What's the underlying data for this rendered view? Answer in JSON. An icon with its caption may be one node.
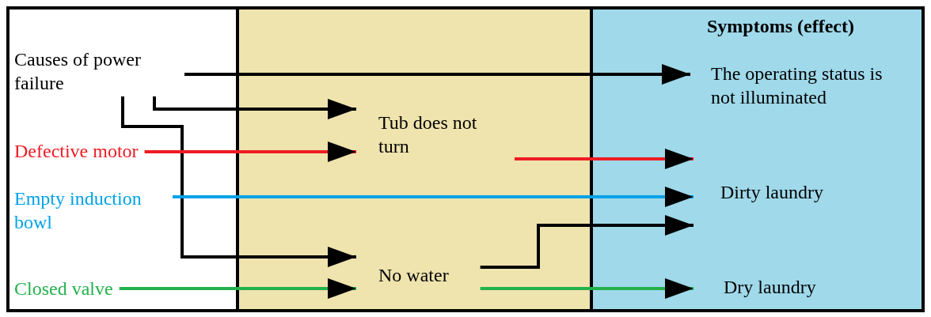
{
  "diagram": {
    "nodes": [
      {
        "text": [],
        "shape": "box"
      },
      {
        "text": [],
        "shape": "box"
      },
      {
        "text": [
          "Symptoms (effect)"
        ]
      },
      {
        "text": [
          "Causes of power failure"
        ],
        "in": 0
      },
      {
        "text": [
          "Defective motor"
        ],
        "in": 0
      },
      {
        "text": [
          "Empty induction bowl"
        ],
        "in": 0
      },
      {
        "text": [
          "Closed valve"
        ],
        "in": 0
      },
      {
        "text": [
          "Tub does not turn"
        ],
        "in": 1
      },
      {
        "text": [
          "No water"
        ],
        "in": 1
      },
      {
        "text": [
          "The operating status is not illuminated"
        ],
        "in": 2
      },
      {
        "text": [
          "Dirty laundry"
        ],
        "in": 2
      },
      {
        "text": [
          "Dry laundry"
        ],
        "in": 2
      }
    ],
    "edges": [
      {
        "from": 3,
        "to": 9,
        "arrow": "to"
      },
      {
        "from": 3,
        "to": 7,
        "arrow": "to"
      },
      {
        "from": 3,
        "to": 8,
        "arrow": "to"
      },
      {
        "from": 4,
        "to": 7,
        "arrow": "to",
        "color": "#ed1c24"
      },
      {
        "from": 7,
        "to": 10,
        "arrow": "to",
        "color": "#ed1c24"
      },
      {
        "from": 5,
        "to": 10,
        "arrow": "to",
        "color": "#00a2e8"
      },
      {
        "from": 8,
        "to": 10,
        "arrow": "to"
      },
      {
        "from": 6,
        "to": 8,
        "arrow": "to",
        "color": "#22b14c"
      },
      {
        "from": 8,
        "to": 11,
        "arrow": "to",
        "color": "#22b14c"
      }
    ]
  }
}
